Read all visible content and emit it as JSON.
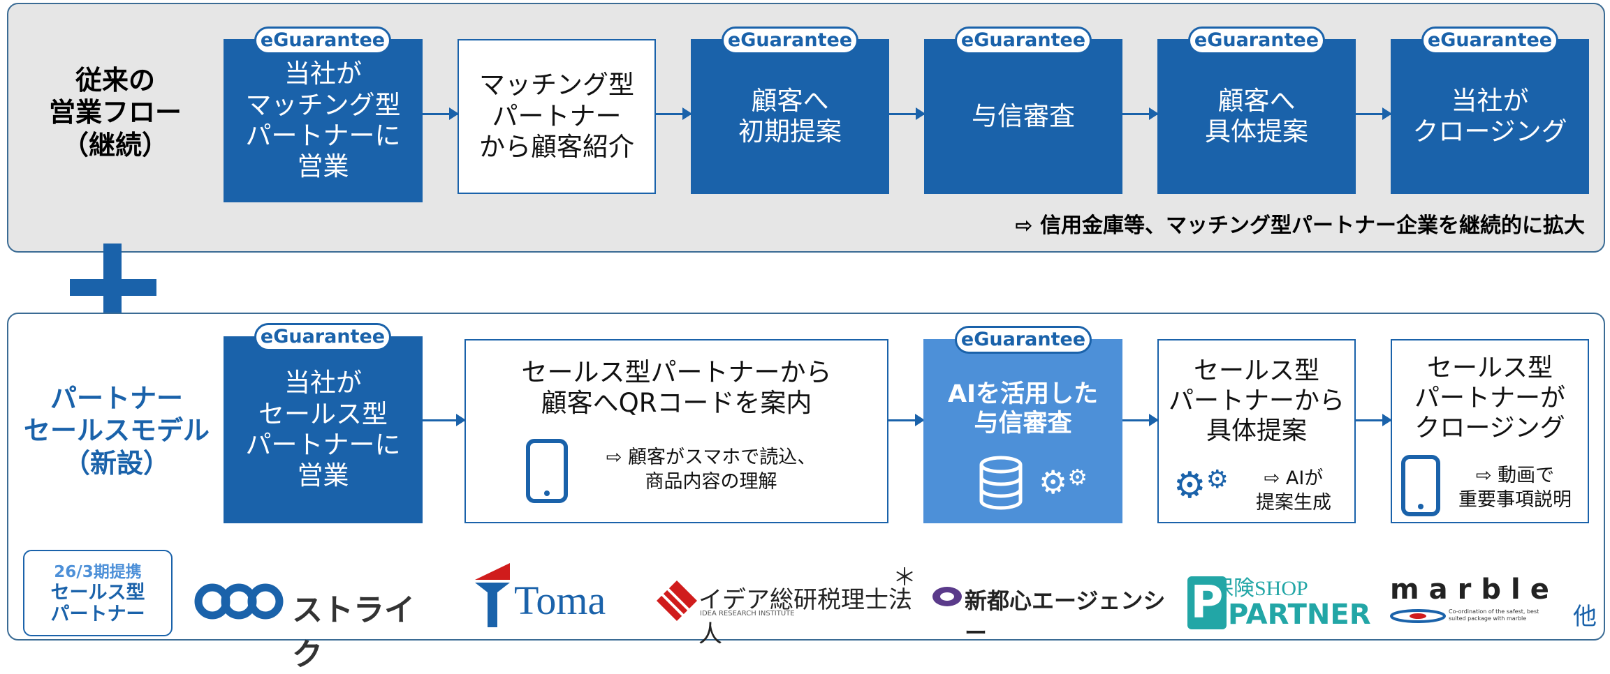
{
  "tag": "eGuarantee",
  "top_row": {
    "label": "従来の\n営業フロー\n（継続）",
    "steps": [
      {
        "text": "当社が\nマッチング型\nパートナーに\n営業",
        "tag": true
      },
      {
        "text": "マッチング型\nパートナー\nから顧客紹介",
        "tag": false
      },
      {
        "text": "顧客へ\n初期提案",
        "tag": true
      },
      {
        "text": "与信審査",
        "tag": true
      },
      {
        "text": "顧客へ\n具体提案",
        "tag": true
      },
      {
        "text": "当社が\nクロージング",
        "tag": true
      }
    ],
    "summary": "⇨ 信用金庫等、マッチング型パートナー企業を継続的に拡大"
  },
  "bottom_row": {
    "label": "パートナー\nセールスモデル\n（新設）",
    "steps": [
      {
        "text": "当社が\nセールス型\nパートナーに\n営業",
        "tag": true
      },
      {
        "text": "セールス型パートナーから\n顧客へQRコードを案内",
        "sub": "⇨ 顧客がスマホで読込、\n商品内容の理解",
        "icon": "smartphone-icon"
      },
      {
        "text": "AIを活用した\n与信審査",
        "tag": true,
        "icon": "database-gears-icon"
      },
      {
        "text": "セールス型\nパートナーから\n具体提案",
        "sub": "⇨ AIが\n提案生成",
        "icon": "gears-icon"
      },
      {
        "text": "セールス型\nパートナーが\nクロージング",
        "sub": "⇨ 動画で\n重要事項説明",
        "icon": "smartphone-icon"
      }
    ]
  },
  "partners": {
    "label_period": "26/3期提携",
    "label_main": "セールス型\nパートナー",
    "logos": [
      {
        "name": "ストライク"
      },
      {
        "name": "Toma"
      },
      {
        "name": "イデア総研税理士法人",
        "sub": "IDEA RESEARCH INSTITUTE",
        "mark": "＊"
      },
      {
        "name": "新都心エージェンシー"
      },
      {
        "name": "保険SHOP",
        "sub": "PARTNER"
      },
      {
        "name": "marble",
        "sub": "Co-ordination of the safest, best suited package with marble"
      }
    ],
    "other": "他"
  },
  "colors": {
    "dark_blue": "#1a62aa",
    "light_blue": "#4d90d8",
    "panel_gray": "#e6e6e6",
    "teal": "#22a6a6"
  }
}
